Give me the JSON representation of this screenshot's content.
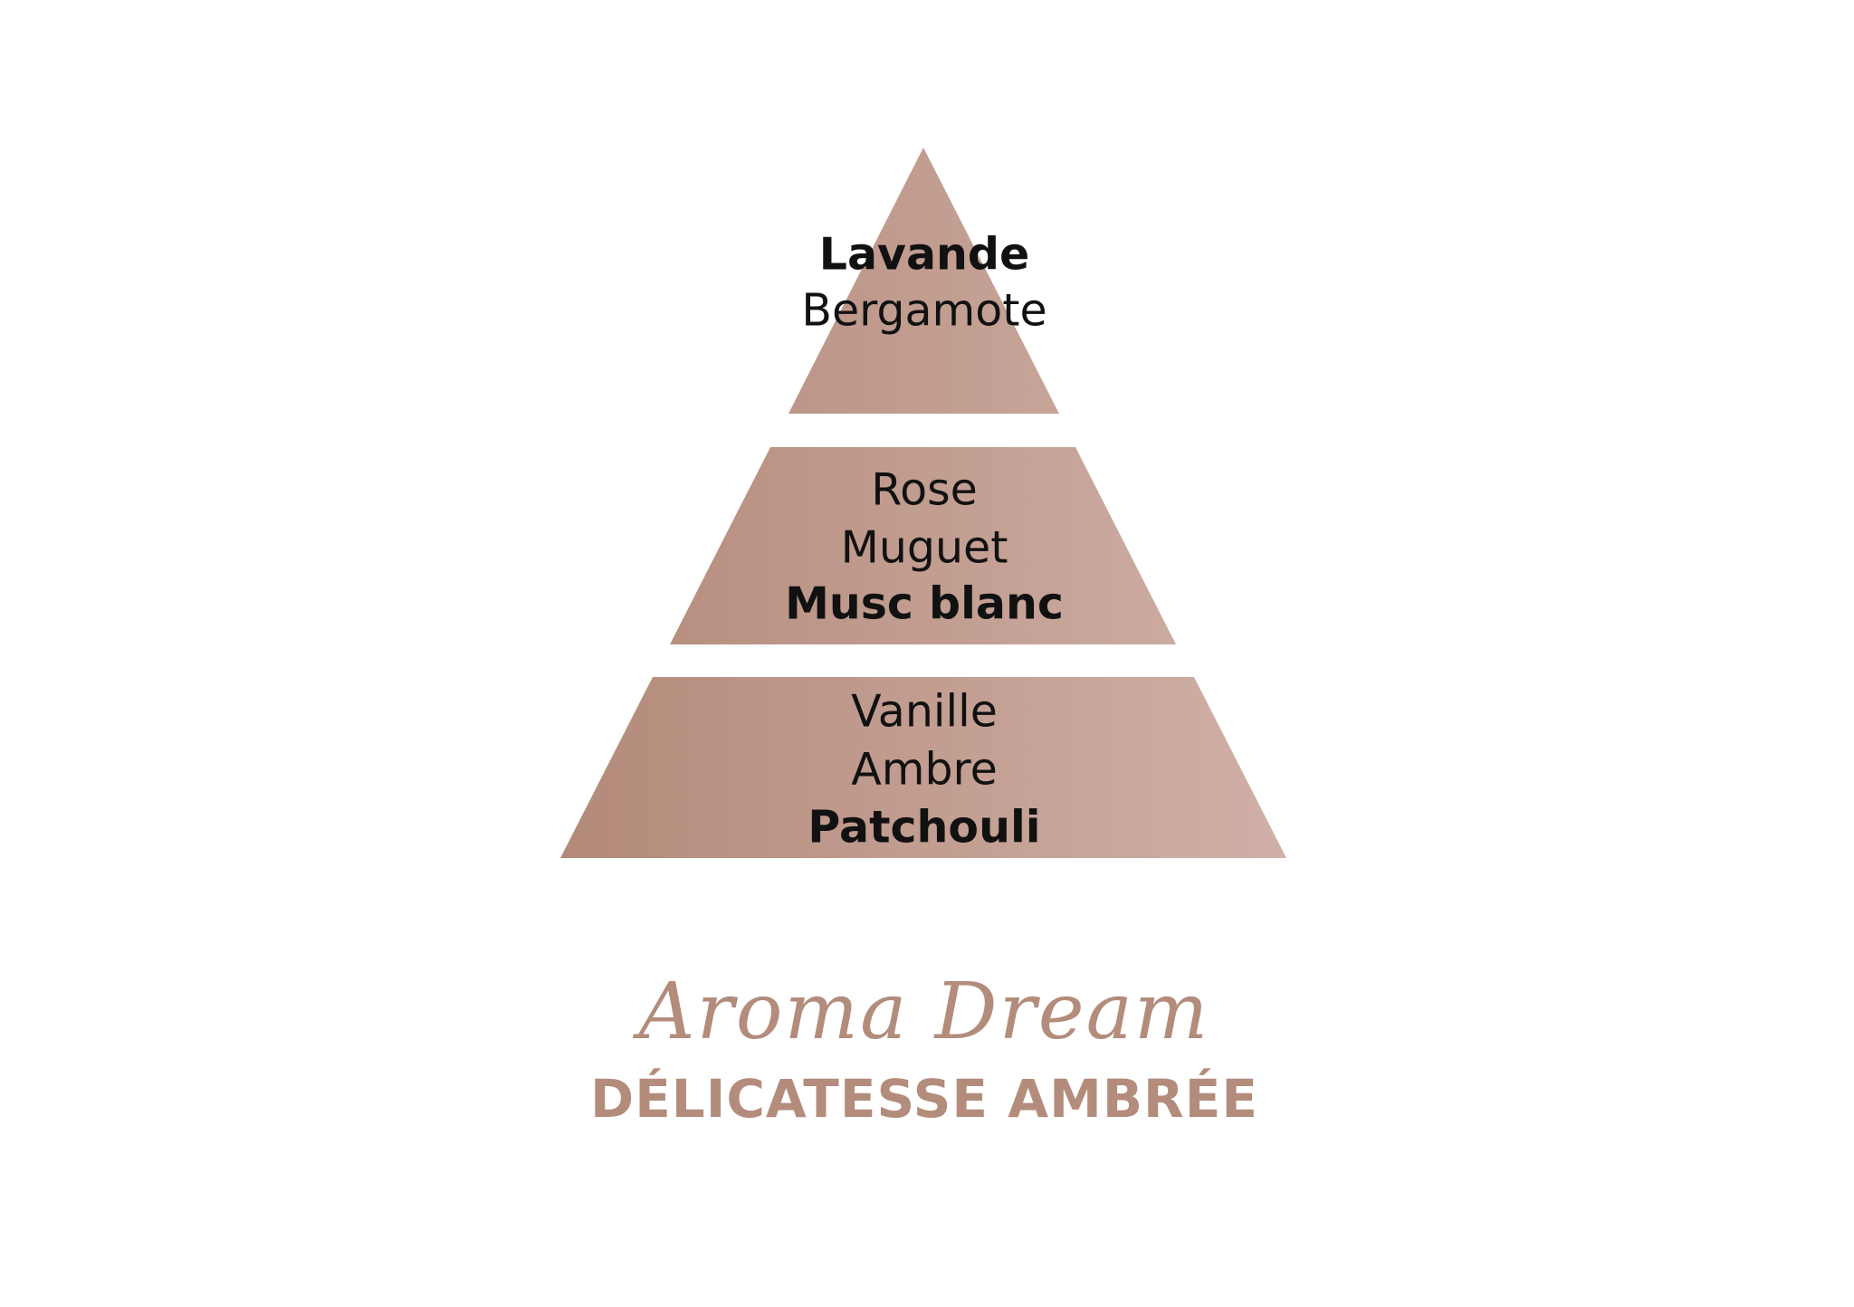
{
  "colors": {
    "gradient_left": "#b38a79",
    "gradient_right": "#d0b0a7",
    "brand": "#b38c7c",
    "text": "#111111"
  },
  "pyramid": {
    "top": [
      {
        "text": "Lavande",
        "bold": true
      },
      {
        "text": "Bergamote",
        "bold": false
      }
    ],
    "middle": [
      {
        "text": "Rose",
        "bold": false
      },
      {
        "text": "Muguet",
        "bold": false
      },
      {
        "text": "Musc blanc",
        "bold": true
      }
    ],
    "base": [
      {
        "text": "Vanille",
        "bold": false
      },
      {
        "text": "Ambre",
        "bold": false
      },
      {
        "text": "Patchouli",
        "bold": true
      }
    ]
  },
  "brand": {
    "name": "Aroma Dream",
    "fragrance": "DÉLICATESSE AMBRÉE"
  }
}
